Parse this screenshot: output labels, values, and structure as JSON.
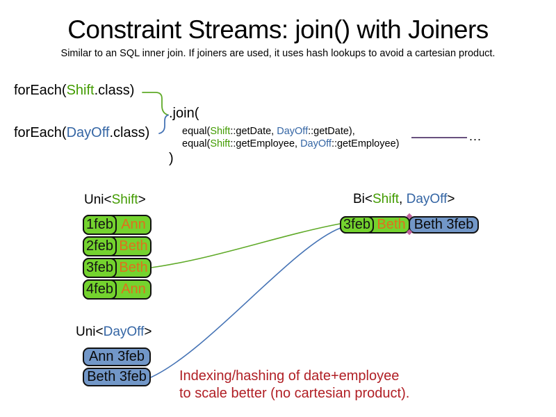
{
  "title": "Constraint Streams: join() with Joiners",
  "subtitle": "Similar to an SQL inner join. If joiners are used, it uses hash lookups to avoid a cartesian product.",
  "code": {
    "foreach_shift": {
      "prefix": "forEach(",
      "class_name": "Shift",
      "suffix": ".class)"
    },
    "foreach_dayoff": {
      "prefix": "forEach(",
      "class_name": "DayOff",
      "suffix": ".class)"
    },
    "join_open": ".join(",
    "joiners": [
      {
        "pre": "equal(",
        "left_class": "Shift",
        "mid": "::getDate, ",
        "right_class": "DayOff",
        "post": "::getDate),"
      },
      {
        "pre": "equal(",
        "left_class": "Shift",
        "mid": "::getEmployee, ",
        "right_class": "DayOff",
        "post": "::getEmployee)"
      }
    ],
    "join_close": ")",
    "ellipsis": "..."
  },
  "uni_shift": {
    "label_prefix": "Uni<",
    "label_class": "Shift",
    "label_suffix": ">",
    "rows": [
      {
        "date": "1feb",
        "employee": "Ann"
      },
      {
        "date": "2feb",
        "employee": "Beth"
      },
      {
        "date": "3feb",
        "employee": "Beth"
      },
      {
        "date": "4feb",
        "employee": "Ann"
      }
    ]
  },
  "bi": {
    "label_prefix": "Bi<",
    "label_class1": "Shift",
    "label_sep": ", ",
    "label_class2": "DayOff",
    "label_suffix": ">",
    "shift_part": {
      "date": "3feb",
      "employee": "Beth"
    },
    "dayoff_part": "Beth 3feb"
  },
  "uni_dayoff": {
    "label_prefix": "Uni<",
    "label_class": "DayOff",
    "label_suffix": ">",
    "rows": [
      {
        "text": "Ann 3feb"
      },
      {
        "text": "Beth 3feb"
      }
    ]
  },
  "note": {
    "line1": "Indexing/hashing of date+employee",
    "line2": "to scale better (no cartesian product)."
  },
  "colors": {
    "shift_text_green": "#429b00",
    "dayoff_text_blue": "#3465a4",
    "shift_box_green": "#74d32e",
    "dayoff_box_blue": "#7297c8",
    "employee_orange": "#e0701d",
    "note_red": "#b01e24",
    "connector_green": "#5faa28",
    "connector_blue": "#4573b5",
    "joiner_rule_purple": "#68507e",
    "box_border_black": "#111111",
    "glue_point_pink": "#c0649c"
  }
}
